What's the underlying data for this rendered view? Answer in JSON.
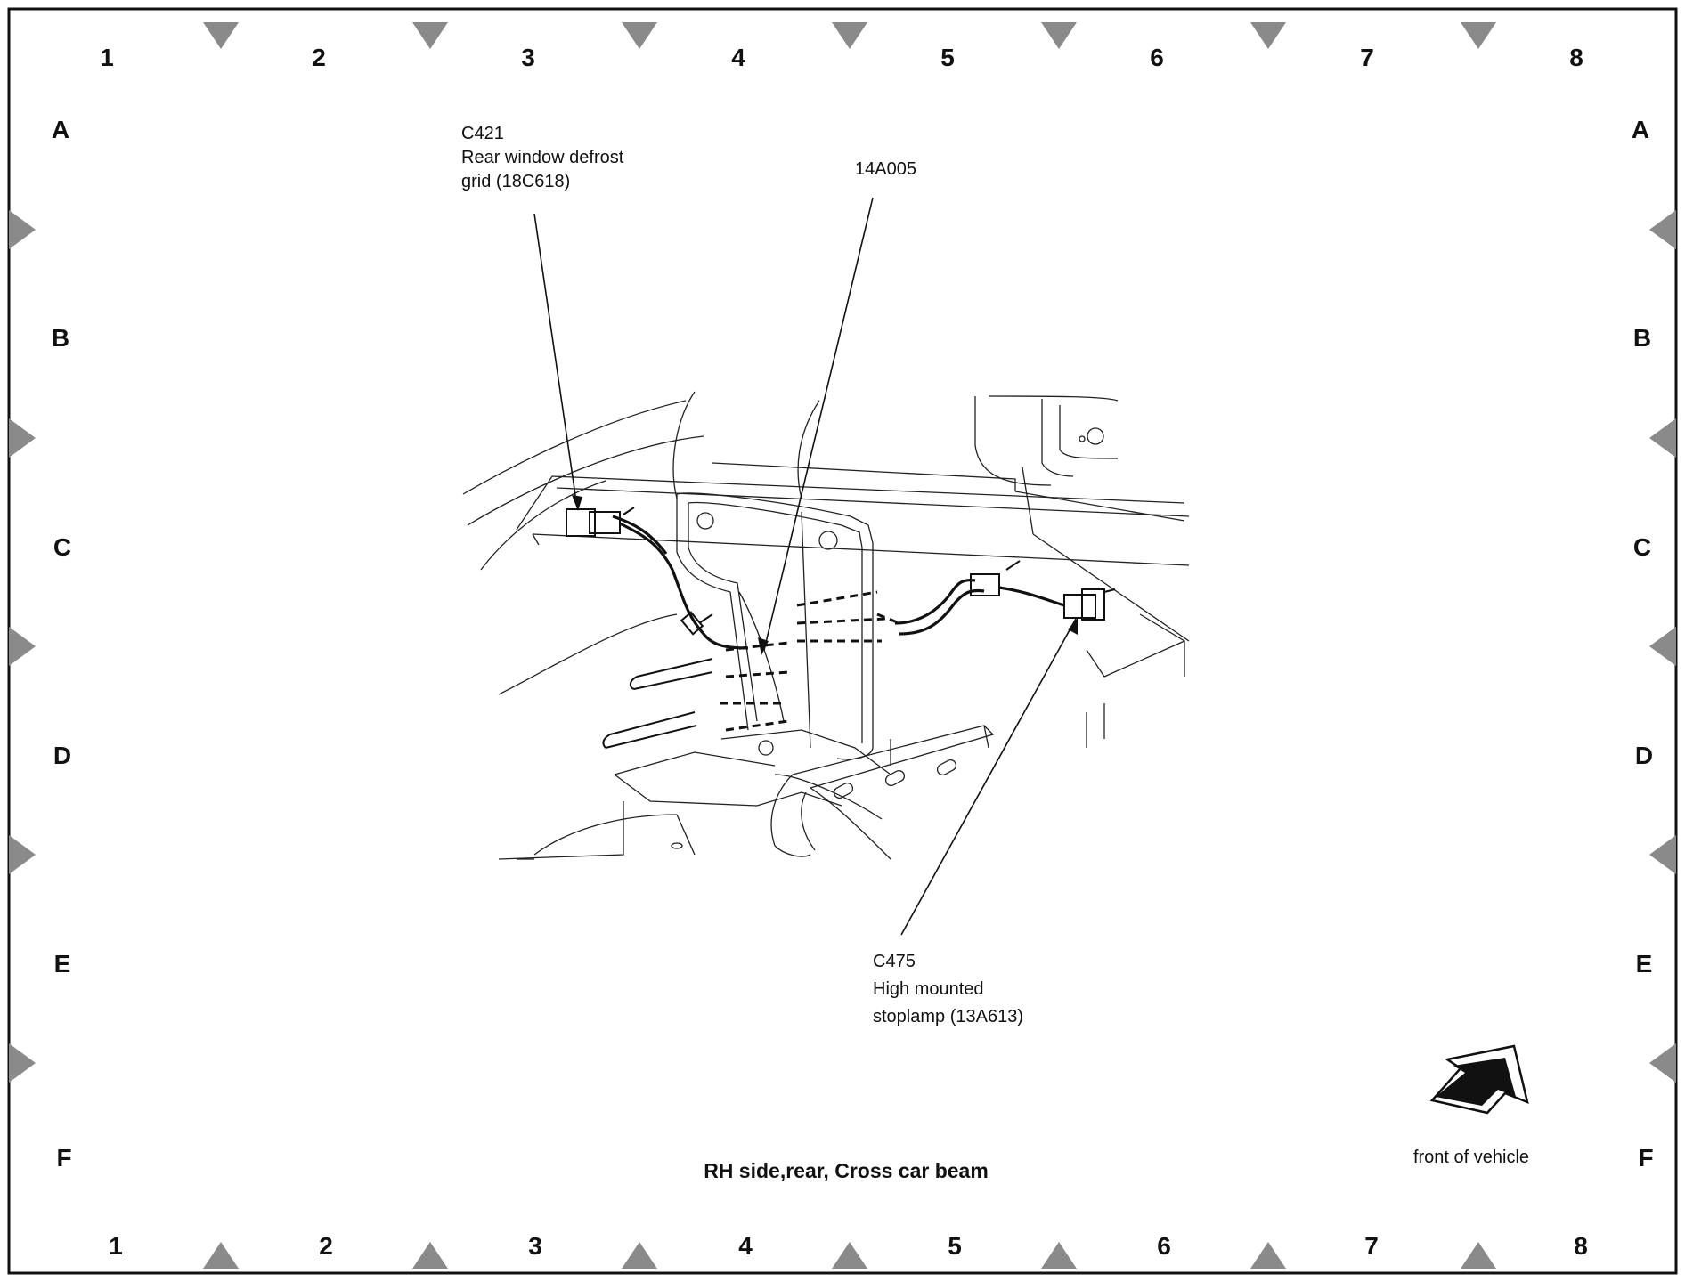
{
  "grid": {
    "columns_top": [
      "1",
      "2",
      "3",
      "4",
      "5",
      "6",
      "7",
      "8"
    ],
    "columns_bottom": [
      "1",
      "2",
      "3",
      "4",
      "5",
      "6",
      "7",
      "8"
    ],
    "rows_left": [
      "A",
      "B",
      "C",
      "D",
      "E",
      "F"
    ],
    "rows_right": [
      "A",
      "B",
      "C",
      "D",
      "E",
      "F"
    ]
  },
  "callouts": {
    "c421": {
      "line1": "C421",
      "line2": "Rear window defrost",
      "line3": "grid (18C618)"
    },
    "harness": {
      "line1": "14A005"
    },
    "c475": {
      "line1": "C475",
      "line2": "High mounted",
      "line3": "stoplamp (13A613)"
    }
  },
  "caption": "RH side,rear, Cross car beam",
  "orientation": {
    "label": "front of vehicle",
    "icon": "front-arrow-icon"
  },
  "colors": {
    "ink": "#111111",
    "paper": "#ffffff",
    "marker": "#8a8a8a"
  }
}
